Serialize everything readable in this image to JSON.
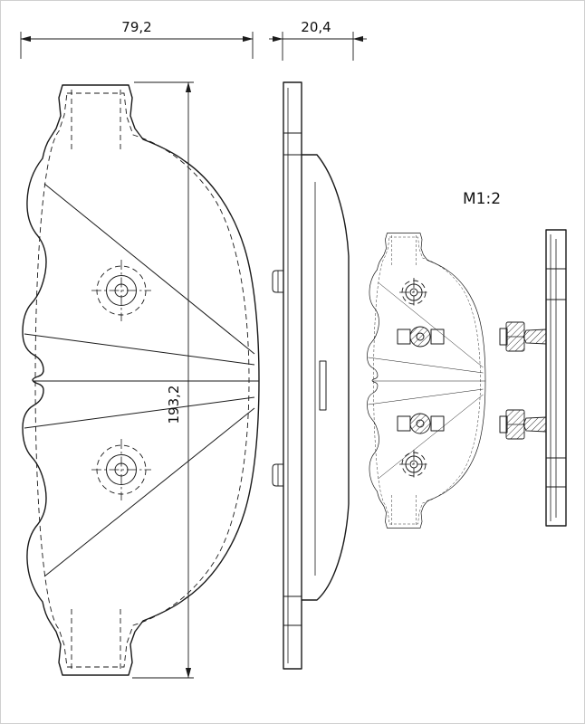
{
  "drawing": {
    "type": "technical-drawing",
    "views": {
      "front_view": "brake-pad-front-view",
      "side_view": "brake-pad-side-view",
      "scaled_front_view": "brake-pad-with-spring-front-view",
      "scaled_side_view": "brake-pad-with-spring-side-view"
    },
    "dimensions": {
      "width": "79,2",
      "thickness": "20,4",
      "height": "193,2"
    },
    "scale_label": "M1:2",
    "colors": {
      "line": "#1a1a1a",
      "background": "#ffffff",
      "border": "#cfcfcf"
    }
  }
}
